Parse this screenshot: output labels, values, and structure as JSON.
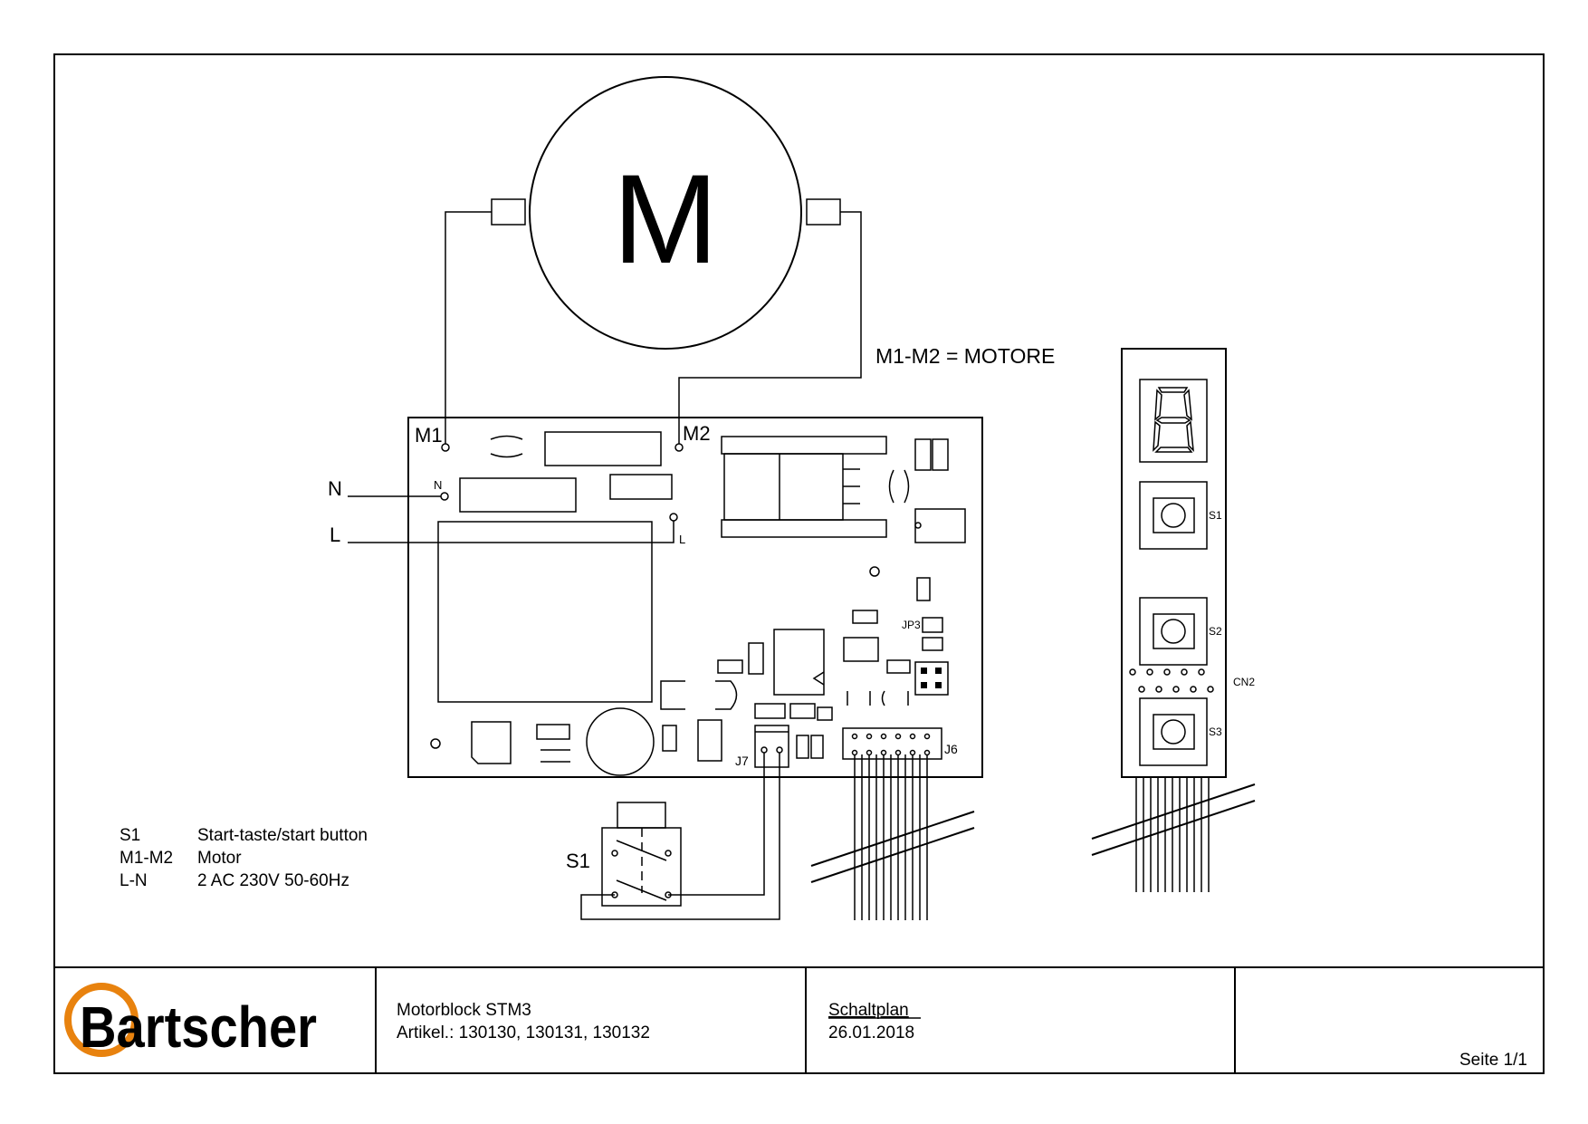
{
  "motor": {
    "symbol": "M",
    "note": "M1-M2 = MOTORE"
  },
  "board": {
    "terminals": {
      "m1": "M1",
      "m2": "M2",
      "n_small": "N",
      "l_small": "L",
      "j7": "J7",
      "j6": "J6",
      "jp3": "JP3"
    },
    "mains": {
      "n": "N",
      "l": "L"
    }
  },
  "display": {
    "labels": {
      "s1": "S1",
      "s2": "S2",
      "s3": "S3",
      "cn2": "CN2"
    }
  },
  "switch": {
    "label": "S1"
  },
  "legend": [
    {
      "code": "S1",
      "desc": "Start-taste/start button"
    },
    {
      "code": "M1-M2",
      "desc": "Motor"
    },
    {
      "code": "L-N",
      "desc": "2 AC 230V 50-60Hz"
    }
  ],
  "titleblock": {
    "brand": "Bartscher",
    "brand_color": "#E8820E",
    "product": "Motorblock STM3",
    "article": "Artikel.: 130130, 130131, 130132",
    "doc_type": "Schaltplan",
    "date": "26.01.2018",
    "page": "Seite 1/1"
  }
}
